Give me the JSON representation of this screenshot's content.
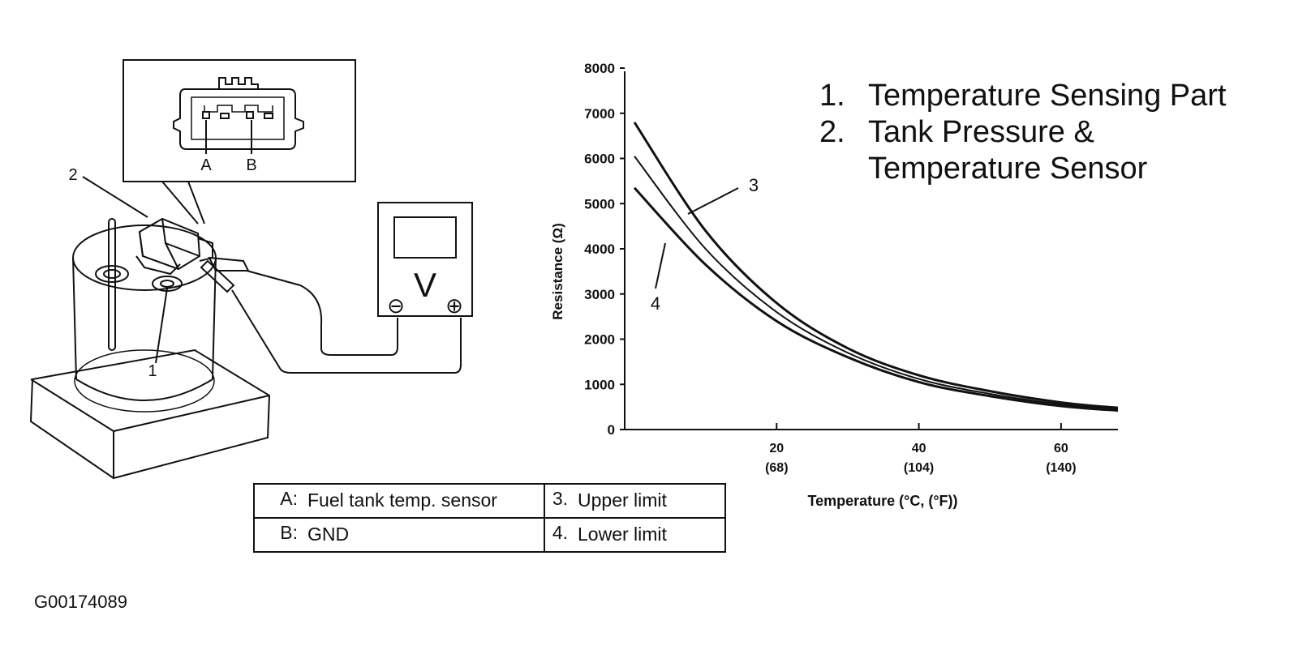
{
  "titles": [
    {
      "num": "1.",
      "text": "Temperature Sensing Part"
    },
    {
      "num": "2.",
      "text": "Tank Pressure &"
    },
    {
      "num": "",
      "text": "Temperature Sensor"
    }
  ],
  "diagram": {
    "connector_pins": [
      "A",
      "B"
    ],
    "callouts": [
      "1",
      "2"
    ],
    "meter_label": "V",
    "meter_neg": "⊖",
    "meter_pos": "⊕"
  },
  "legend": {
    "rows": [
      {
        "key1": "A:",
        "val1": "Fuel tank temp. sensor",
        "key2": "3.",
        "val2": "Upper limit"
      },
      {
        "key1": "B:",
        "val1": "GND",
        "key2": "4.",
        "val2": "Lower limit"
      }
    ]
  },
  "figure_id": "G00174089",
  "chart_data": {
    "type": "line",
    "xlabel": "Temperature (°C, (°F))",
    "ylabel": "Resistance (Ω)",
    "xlim": [
      0,
      68
    ],
    "ylim": [
      0,
      8000
    ],
    "y_ticks": [
      0,
      1000,
      2000,
      3000,
      4000,
      5000,
      6000,
      7000,
      8000
    ],
    "x_ticks": [
      {
        "c": 20,
        "label": "20",
        "sub": "(68)"
      },
      {
        "c": 40,
        "label": "40",
        "sub": "(104)"
      },
      {
        "c": 60,
        "label": "60",
        "sub": "(140)"
      }
    ],
    "series": [
      {
        "name": "3",
        "x": [
          0,
          10,
          20,
          30,
          40,
          50,
          60,
          68
        ],
        "y": [
          6800,
          4400,
          2800,
          1800,
          1200,
          850,
          600,
          480
        ]
      },
      {
        "name": "",
        "x": [
          0,
          10,
          20,
          30,
          40,
          50,
          60,
          68
        ],
        "y": [
          6050,
          4000,
          2600,
          1700,
          1120,
          790,
          560,
          450
        ]
      },
      {
        "name": "4",
        "x": [
          0,
          10,
          20,
          30,
          40,
          50,
          60,
          68
        ],
        "y": [
          5350,
          3650,
          2400,
          1600,
          1050,
          740,
          520,
          420
        ]
      }
    ],
    "grid": false
  }
}
